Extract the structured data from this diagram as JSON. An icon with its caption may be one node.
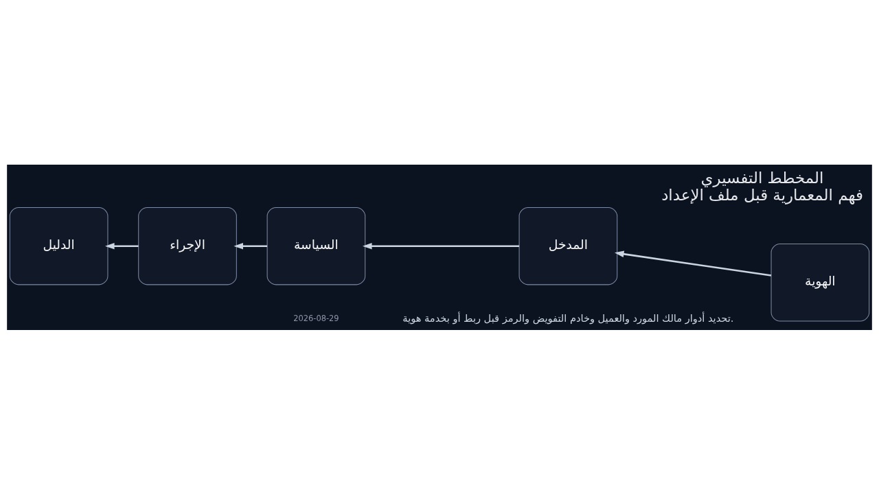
{
  "diagram": {
    "title": "المخطط التفسيري",
    "caption": "فهم المعمارية قبل ملف الإعداد",
    "nodes": [
      {
        "text": [
          "الهوية"
        ]
      },
      {
        "text": [
          "المدخل"
        ]
      },
      {
        "text": [
          "السياسة"
        ]
      },
      {
        "text": [
          "الإجراء"
        ]
      },
      {
        "text": [
          "الدليل"
        ]
      }
    ],
    "edges": [
      {
        "from": 0,
        "to": 1,
        "arrow": "to"
      },
      {
        "from": 1,
        "to": 2,
        "arrow": "to"
      },
      {
        "from": 2,
        "to": 3,
        "arrow": "to"
      },
      {
        "from": 3,
        "to": 4,
        "arrow": "to"
      }
    ],
    "labels": [
      "تحديد أدوار مالك المورد والعميل وخادم التفويض والرمز قبل ربط أو بخدمة هوية.",
      "2026-08-29"
    ]
  }
}
